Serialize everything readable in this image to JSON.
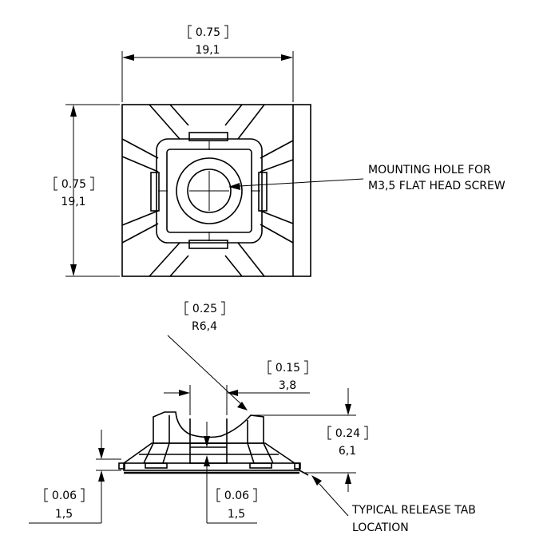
{
  "top_view": {
    "width_dim": {
      "inch": "0.75",
      "mm": "19,1"
    },
    "height_dim": {
      "inch": "0.75",
      "mm": "19,1"
    },
    "callout": {
      "line1": "MOUNTING HOLE FOR",
      "line2": "M3,5 FLAT HEAD SCREW"
    }
  },
  "side_view": {
    "radius_dim": {
      "inch": "0.25",
      "mm": "R6,4"
    },
    "opening_dim": {
      "inch": "0.15",
      "mm": "3,8"
    },
    "height_dim": {
      "inch": "0.24",
      "mm": "6,1"
    },
    "base_dim_left": {
      "inch": "0.06",
      "mm": "1,5"
    },
    "base_dim_center": {
      "inch": "0.06",
      "mm": "1,5"
    },
    "callout": {
      "line1": "TYPICAL RELEASE TAB",
      "line2": "LOCATION"
    }
  }
}
